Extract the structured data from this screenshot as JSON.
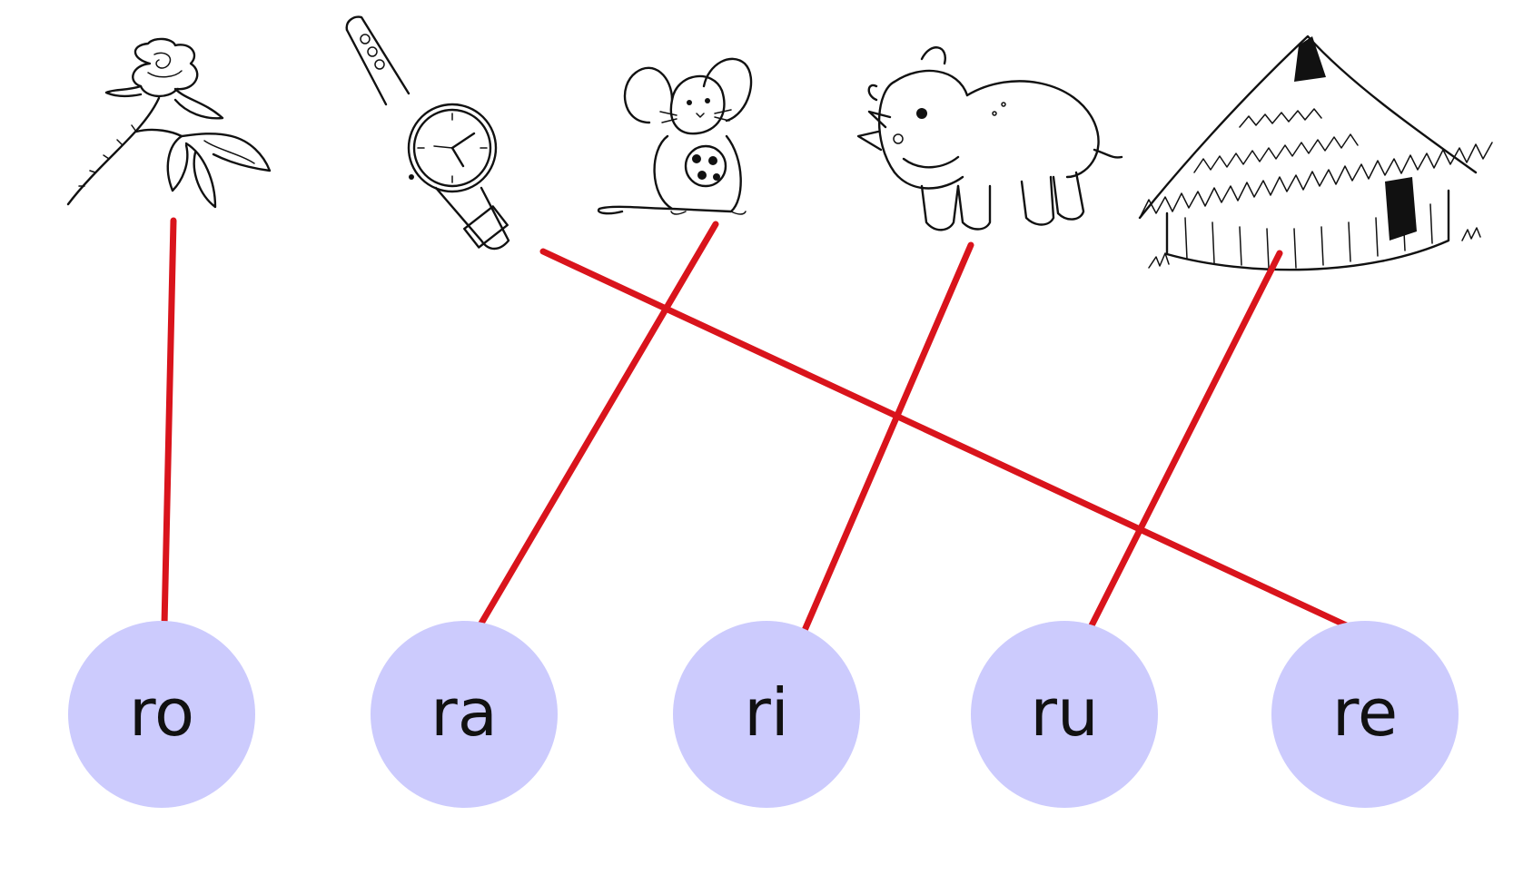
{
  "worksheet": {
    "pictures": [
      {
        "id": "rose",
        "icon": "rose-icon"
      },
      {
        "id": "watch",
        "icon": "watch-icon"
      },
      {
        "id": "mouse",
        "icon": "mouse-icon"
      },
      {
        "id": "rhino",
        "icon": "rhino-icon"
      },
      {
        "id": "hut",
        "icon": "hut-icon"
      }
    ],
    "syllables": [
      "ro",
      "ra",
      "ri",
      "ru",
      "re"
    ],
    "matches": [
      {
        "picture": "rose",
        "syllable": "ro"
      },
      {
        "picture": "watch",
        "syllable": "re"
      },
      {
        "picture": "mouse",
        "syllable": "ra"
      },
      {
        "picture": "rhino",
        "syllable": "ri"
      },
      {
        "picture": "hut",
        "syllable": "ru"
      }
    ],
    "colors": {
      "line": "#d9141c",
      "circle": "#cccbfd",
      "text": "#111111"
    }
  }
}
